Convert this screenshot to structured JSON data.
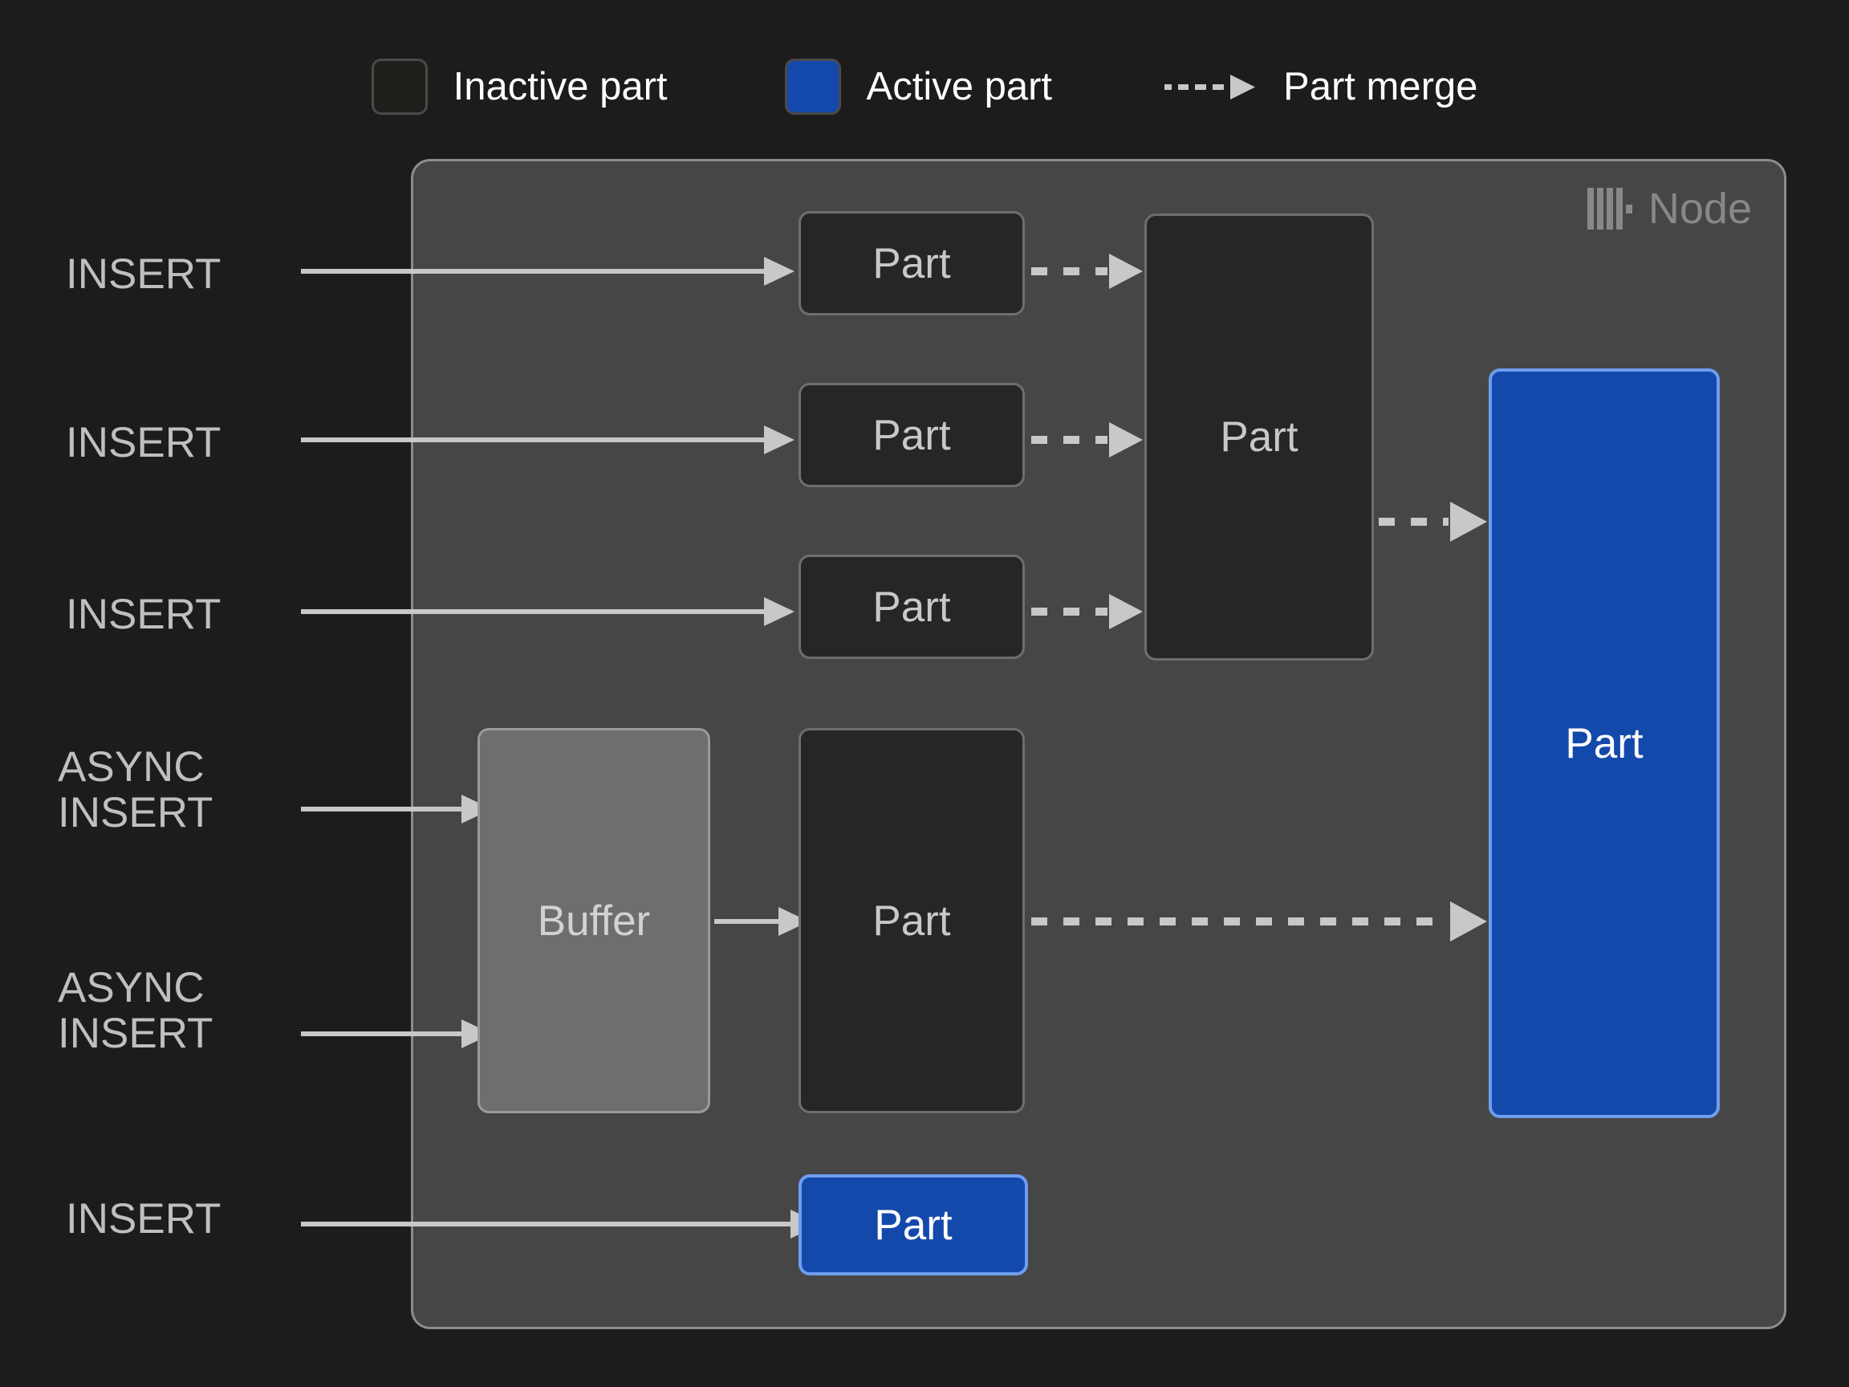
{
  "page": {
    "background": "#1c1c1c",
    "title": "ClickHouse part merge diagram"
  },
  "legend": {
    "items": [
      {
        "label": "Inactive part",
        "icon": "inactive-part-swatch",
        "color": "#1e201c",
        "border": "#4a4a4a"
      },
      {
        "label": "Active part",
        "icon": "active-part-swatch",
        "color": "#1449ac",
        "border": "#4a4a4a"
      },
      {
        "label": "Part merge",
        "icon": "dashed-arrow-icon",
        "color": "#c8c8c8"
      }
    ]
  },
  "node": {
    "title": "Node",
    "logo_icon": "clickhouse-logo-icon",
    "fill": "#464646",
    "border": "#8c8c8c"
  },
  "inputs": [
    {
      "id": "insert-1",
      "label": "INSERT"
    },
    {
      "id": "insert-2",
      "label": "INSERT"
    },
    {
      "id": "insert-3",
      "label": "INSERT"
    },
    {
      "id": "async-insert-1",
      "label": "ASYNC\nINSERT"
    },
    {
      "id": "async-insert-2",
      "label": "ASYNC\nINSERT"
    },
    {
      "id": "insert-4",
      "label": "INSERT"
    }
  ],
  "boxes": {
    "part_small_1": {
      "label": "Part",
      "state": "inactive"
    },
    "part_small_2": {
      "label": "Part",
      "state": "inactive"
    },
    "part_small_3": {
      "label": "Part",
      "state": "inactive"
    },
    "part_merged": {
      "label": "Part",
      "state": "inactive"
    },
    "buffer": {
      "label": "Buffer",
      "state": "buffer"
    },
    "part_buffer_flush": {
      "label": "Part",
      "state": "inactive"
    },
    "part_active_big": {
      "label": "Part",
      "state": "active"
    },
    "part_active_small": {
      "label": "Part",
      "state": "active"
    }
  },
  "colors": {
    "active_part_fill": "#1449ac",
    "active_part_border": "#6f9eee",
    "inactive_part_fill": "#262626",
    "inactive_part_border": "#6e6e6e",
    "buffer_fill": "#6e6e6e",
    "buffer_border": "#9a9a9a",
    "node_fill": "#464646",
    "node_border": "#8c8c8c",
    "arrow": "#c8c8c8",
    "label_text": "#bfbfbf",
    "legend_text": "#ffffff",
    "node_title_text": "#888888",
    "page_background": "#1c1c1c"
  }
}
